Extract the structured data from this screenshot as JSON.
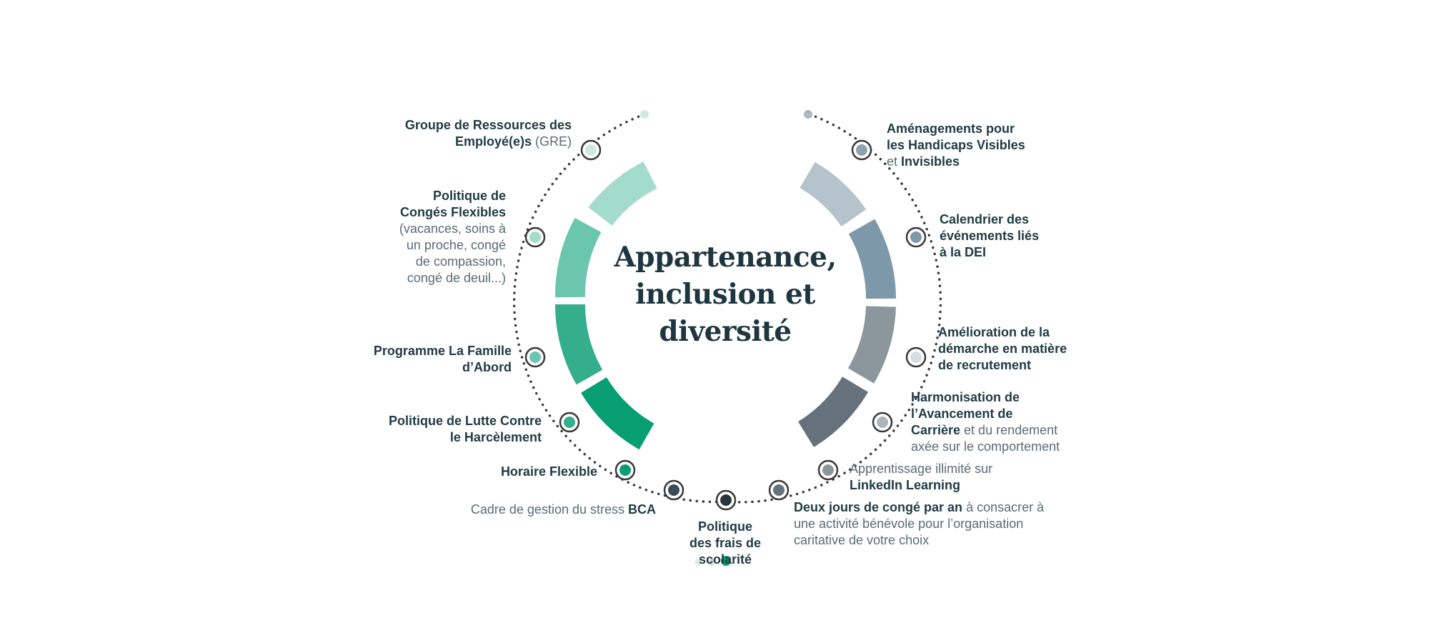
{
  "title": {
    "line1": "Appartenance,",
    "line2": "inclusion et",
    "line3": "diversité"
  },
  "items": {
    "gre": {
      "b1": "Groupe de Ressources des",
      "b2": "Employé(e)s",
      "n2": " (GRE)"
    },
    "conges": {
      "b1": "Politique de",
      "b2": "Congés Flexibles",
      "n3": "(vacances, soins à",
      "n4": "un proche, congé",
      "n5": "de compassion,",
      "n6": "congé de deuil...)"
    },
    "famille": {
      "b1": "Programme La Famille",
      "b2": "d’Abord"
    },
    "harcelement": {
      "b1": "Politique de Lutte Contre",
      "b2": "le Harcèlement"
    },
    "horaire": {
      "b1": "Horaire Flexible"
    },
    "stress": {
      "n1": "Cadre de gestion du stress ",
      "b1": "BCA"
    },
    "scolarite": {
      "b1": "Politique",
      "b2": "des frais de",
      "b3": "scolarité"
    },
    "handicaps": {
      "b1": "Aménagements pour",
      "b2": "les Handicaps Visibles",
      "n3": "et ",
      "b3": "Invisibles"
    },
    "calendrier": {
      "b1": "Calendrier des",
      "b2": "événements liés",
      "b3": "à la DEI"
    },
    "recrutement": {
      "b1": "Amélioration de la",
      "b2": "démarche en matière",
      "b3": "de recrutement"
    },
    "carriere": {
      "b1": "Harmonisation de",
      "b2": "l’Avancement de",
      "b3": "Carrière",
      "n3": " et du rendement",
      "n4": "axée sur le comportement"
    },
    "linkedin": {
      "n1": "Apprentissage illimité sur",
      "b2": "LinkedIn Learning"
    },
    "benevole": {
      "b1": "Deux jours de congé par an",
      "n1": " à consacrer à",
      "n2": "une activité bénévole pour l’organisation",
      "n3": "caritative de votre choix"
    }
  },
  "colors": {
    "dots": "#3a3a3a",
    "text": "#1f3a44",
    "muted": "#5b6b73",
    "green1": "#a3dccb",
    "green2": "#6cc5ae",
    "green3": "#34ae8c",
    "green4": "#079e74",
    "grey1": "#b4c3cc",
    "grey2": "#7d98a8",
    "grey3": "#8c969d",
    "grey4": "#65727c"
  }
}
